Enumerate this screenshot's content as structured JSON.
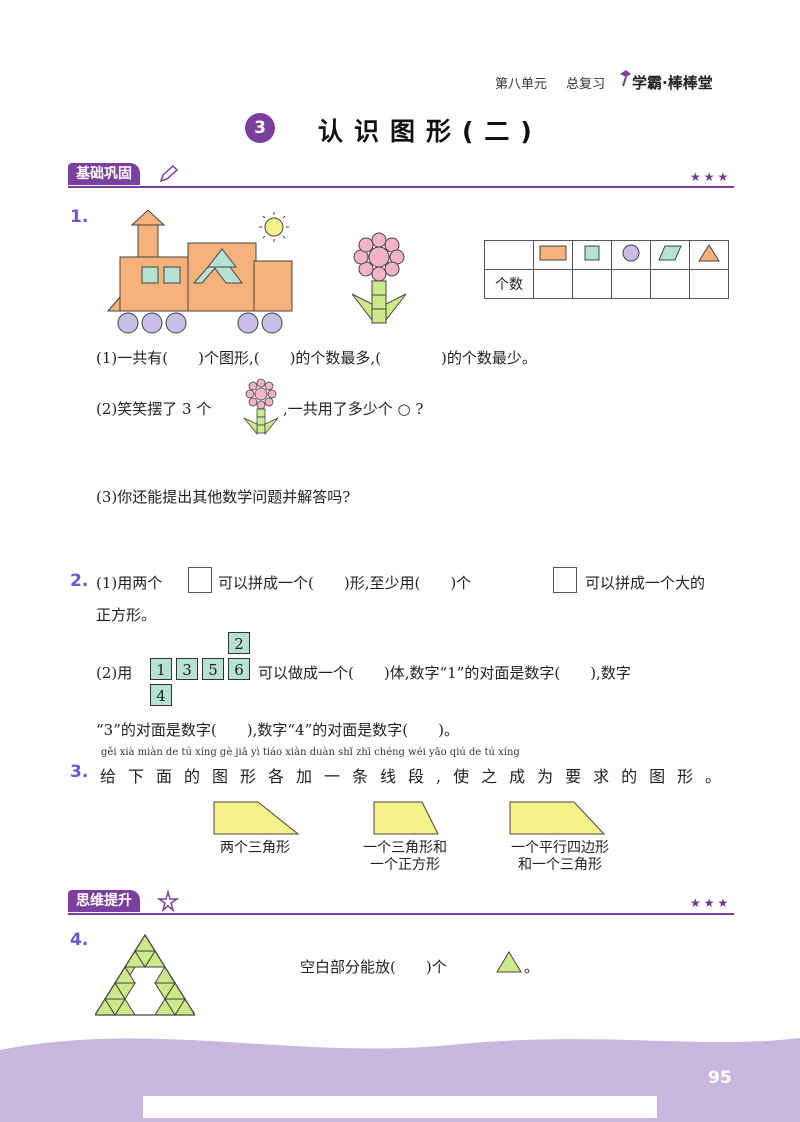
{
  "header": {
    "unit": "第八单元",
    "review": "总复习",
    "brand": "学霸·棒棒堂"
  },
  "title": {
    "number": "3",
    "text": "认识图形(二)"
  },
  "sections": {
    "basic": {
      "label": "基础巩固",
      "stars": "★★★"
    },
    "advanced": {
      "label": "思维提升",
      "stars": "★★★"
    }
  },
  "q1": {
    "num": "1.",
    "table_row_label": "个数",
    "p1": "(1)一共有(　　)个图形,(　　)的个数最多,(　　　　)的个数最少。",
    "p2a": "(2)笑笑摆了 3 个",
    "p2b": ",一共用了多少个 ○ ?",
    "p3": "(3)你还能提出其他数学问题并解答吗?"
  },
  "q2": {
    "num": "2.",
    "p1a": "(1)用两个",
    "p1b": "可以拼成一个(　　)形,至少用(　　)个",
    "p1c": "可以拼成一个大的",
    "p1d": "正方形。",
    "p2a": "(2)用",
    "p2b": "可以做成一个(　　)体,数字“1”的对面是数字(　　),数字",
    "p2c": "“3”的对面是数字(　　),数字“4”的对面是数字(　　)。",
    "net": [
      "2",
      "1",
      "3",
      "5",
      "6",
      "4"
    ]
  },
  "q3": {
    "num": "3.",
    "pinyin": "gěi xià miàn de tú xíng gè jiā yì tiáo xiàn duàn  shǐ zhī chéng wéi yāo qiú de tú xíng",
    "text": "给下面的图形各加一条线段,使之成为要求的图形。",
    "labels": [
      {
        "line1": "两个三角形",
        "line2": ""
      },
      {
        "line1": "一个三角形和",
        "line2": "一个正方形"
      },
      {
        "line1": "一个平行四边形",
        "line2": "和一个三角形"
      }
    ]
  },
  "q4": {
    "num": "4.",
    "text_a": "空白部分能放(　　)个",
    "text_b": "。"
  },
  "footer": {
    "page": "95"
  },
  "colors": {
    "accent": "#7b3fa0",
    "qnum": "#6a5ad0",
    "orange": "#f6b27a",
    "mint": "#b5e2d3",
    "lavender": "#c7bde6",
    "yellow": "#f5f08a",
    "green": "#cdea8a"
  }
}
